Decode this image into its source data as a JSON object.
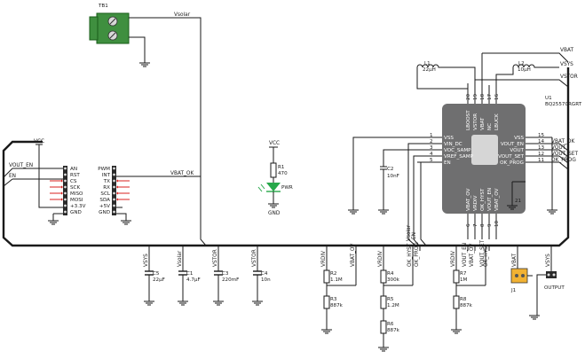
{
  "title_tb": "TB1",
  "vsolar": "Vsolar",
  "ic": {
    "ref": "U1",
    "part": "BQ25570RGRT"
  },
  "inductors": {
    "l1_ref": "L1",
    "l1_val": "22µH",
    "l2_ref": "L2",
    "l2_val": "10µH"
  },
  "top_nets": {
    "vbat": "VBAT",
    "vsys": "VSYS",
    "vstor": "VSTOR"
  },
  "ic_top_pins": [
    "LBOOST",
    "VSTOR",
    "VBAT",
    "NC",
    "LBUCK"
  ],
  "ic_top_nums": [
    "20",
    "19",
    "18",
    "17",
    "16"
  ],
  "ic_left_pins": [
    "VSS",
    "VIN_DC",
    "VOC_SAMP",
    "VREF_SAMP",
    "EN"
  ],
  "ic_left_nums": [
    "1",
    "2",
    "3",
    "4",
    "5"
  ],
  "ic_right_pins": [
    "VSS",
    "VOUT_EN",
    "VOUT",
    "VOUT_SET",
    "OK_PROG"
  ],
  "ic_right_nums": [
    "15",
    "14",
    "13",
    "12",
    "11"
  ],
  "ic_right_nets": [
    "VBAT_OK",
    "VOUT",
    "VOUT_SET",
    "OK_PROG"
  ],
  "ic_bottom_pins": [
    "VBAT_OV",
    "VRDIV",
    "OK_HYST",
    "VOUT_EN",
    "VBAT_OV"
  ],
  "ic_bottom_nums": [
    "6",
    "7",
    "8",
    "9",
    "10"
  ],
  "ic_pad": "21",
  "c_mid": {
    "ref": "C2",
    "val": "10nF"
  },
  "header_left": {
    "nets": [
      "VOUT_EN",
      "EN"
    ],
    "pins": [
      "AN",
      "RST",
      "CS",
      "SCK",
      "MISO",
      "MOSI",
      "+3.3V",
      "GND"
    ]
  },
  "header_right": {
    "pins": [
      "PWM",
      "INT",
      "TX",
      "RX",
      "SCL",
      "SDA",
      "+5V",
      "GND"
    ],
    "net": "VBAT_OK"
  },
  "vcc": "VCC",
  "vcc2": "VCC",
  "led": {
    "r_ref": "R1",
    "r_val": "470",
    "led_ref": "PWR",
    "gnd": "GND"
  },
  "bottom_nets": [
    "VSYS",
    "Vsolar",
    "VSTOR",
    "VSTOR",
    "VRDIV",
    "VBAT_OV",
    "VRDIV",
    "OK_HYST",
    "OK_PROG",
    "VRDIV",
    "VOUT_SET",
    "VOUT_EN",
    "VBAT_OV",
    "OK_HYST",
    "VBAT",
    "VSYS"
  ],
  "vertical_labels": {
    "en": "EN",
    "vsolar_v": "Vsolar"
  },
  "caps": [
    {
      "ref": "C5",
      "val": "22µF"
    },
    {
      "ref": "C1",
      "val": "4.7µF"
    },
    {
      "ref": "C3",
      "val": "220mF"
    },
    {
      "ref": "C4",
      "val": "10n"
    }
  ],
  "resistors": [
    {
      "ref": "R2",
      "val": "1.1M"
    },
    {
      "ref": "R3",
      "val": "887k"
    },
    {
      "ref": "R4",
      "val": "300k"
    },
    {
      "ref": "R5",
      "val": "1.2M"
    },
    {
      "ref": "R6",
      "val": "887k"
    },
    {
      "ref": "R7",
      "val": "1M"
    },
    {
      "ref": "R8",
      "val": "887k"
    }
  ],
  "jumper": "J1",
  "output": "OUTPUT",
  "colors": {
    "chip": "#6f6f70",
    "pad": "#d6d6d6",
    "terminal": "#3f8f3f",
    "jumper": "#f2b233",
    "led": "#27a84a",
    "arrow": "#d9201f"
  }
}
